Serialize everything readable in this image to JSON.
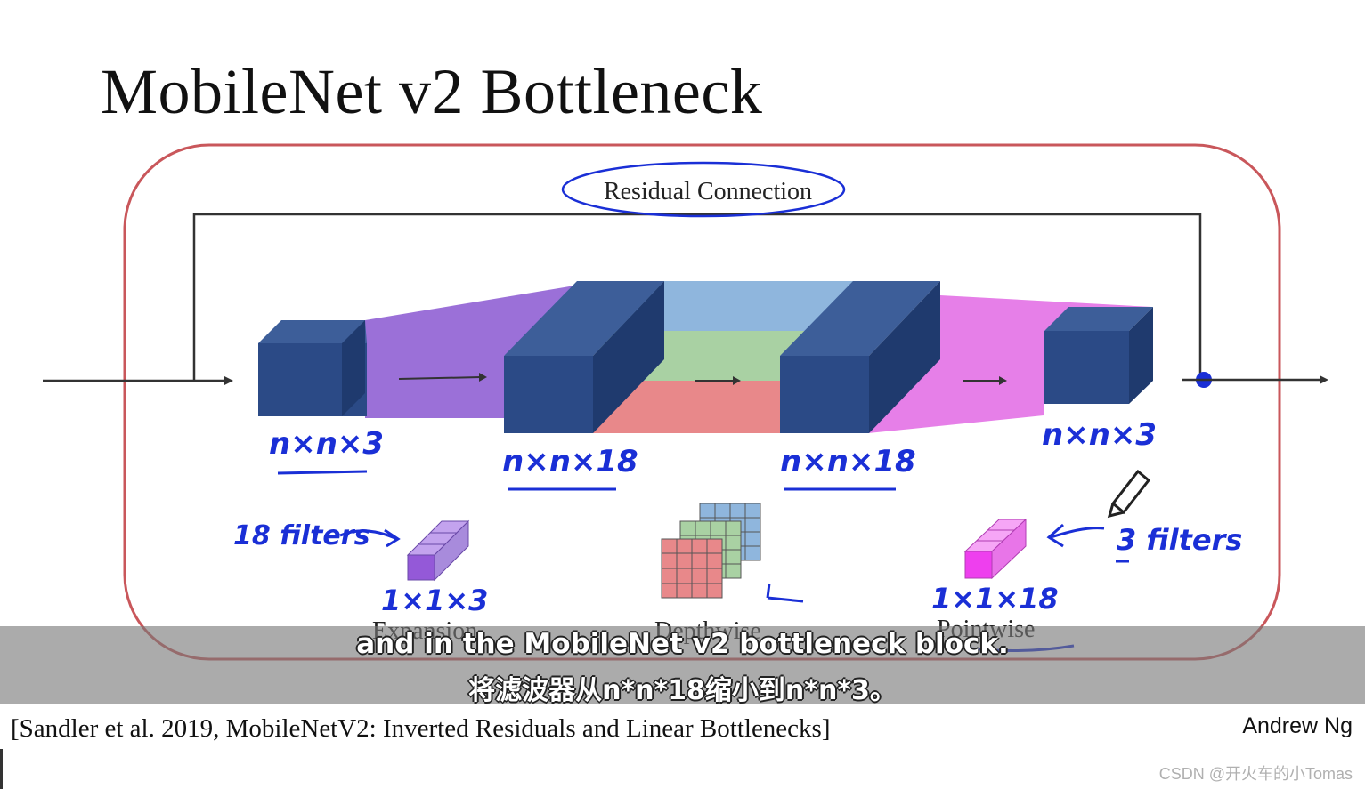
{
  "title": "MobileNet v2 Bottleneck",
  "residual_label": "Residual Connection",
  "dimensions": {
    "input": "n×n×3",
    "expanded": "n×n×18",
    "depthwise_out": "n×n×18",
    "output": "n×n×3"
  },
  "annotations": {
    "expansion_filters": "18 filters",
    "expansion_filter_size": "1×1×3",
    "pointwise_filters": "3 filters",
    "pointwise_filter_size": "1×1×18"
  },
  "stage_labels": {
    "expansion": "Expansion",
    "depthwise": "Depthwise",
    "pointwise": "Pointwise"
  },
  "subtitles": {
    "english": "and in the MobileNet v2 bottleneck block.",
    "chinese": "将滤波器从n*n*18缩小到n*n*3。"
  },
  "citation": "[Sandler et al. 2019, MobileNetV2: Inverted Residuals and Linear Bottlenecks]",
  "author": "Andrew Ng",
  "watermark": "CSDN @开火车的小Tomas",
  "colors": {
    "block_front": "#2b4a86",
    "block_top": "#3d5e99",
    "block_side": "#1f3a6e",
    "expansion_fan": "#9b70d8",
    "pointwise_fan": "#e67fe8",
    "depthwise_blue": "#8fb6dd",
    "depthwise_green": "#a9d1a3",
    "depthwise_red": "#e8888a",
    "frame": "#c9575b",
    "ink": "#1a2fd6"
  }
}
